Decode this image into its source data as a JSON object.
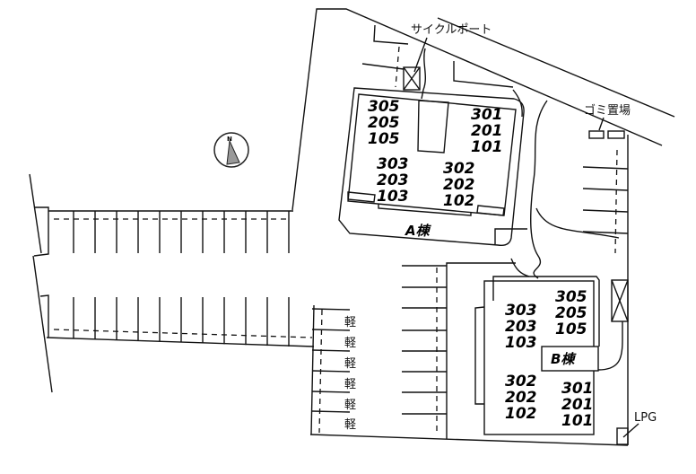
{
  "labels": {
    "cycle_port": "サイクルポート",
    "garbage": "ゴミ置場",
    "lpg": "LPG",
    "compass_north": "N",
    "kei": "軽"
  },
  "building_a": {
    "name": "A棟",
    "stacks": [
      [
        "305",
        "205",
        "105"
      ],
      [
        "301",
        "201",
        "101"
      ],
      [
        "303",
        "203",
        "103"
      ],
      [
        "302",
        "202",
        "102"
      ]
    ]
  },
  "building_b": {
    "name": "B棟",
    "stacks": [
      [
        "303",
        "203",
        "103"
      ],
      [
        "305",
        "205",
        "105"
      ],
      [
        "302",
        "202",
        "102"
      ],
      [
        "301",
        "201",
        "101"
      ]
    ]
  },
  "colors": {
    "line": "#111111",
    "compass_fill": "#999999"
  }
}
